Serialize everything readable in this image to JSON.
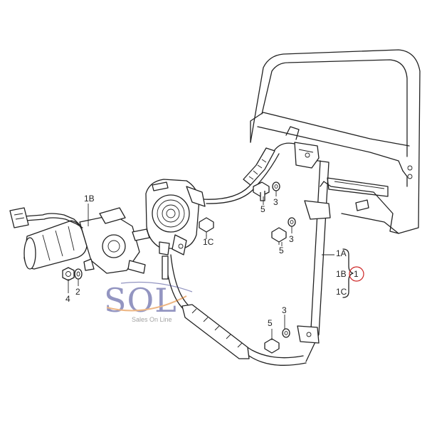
{
  "callouts": {
    "label_1B": "1B",
    "label_1C": "1C",
    "label_1A_group": "1A",
    "label_1B_group": "1B",
    "label_1C_group": "1C",
    "label_1": "1",
    "label_2": "2",
    "label_3_top": "3",
    "label_3_mid": "3",
    "label_3_bottom": "3",
    "label_4": "4",
    "label_5_top": "5",
    "label_5_mid": "5",
    "label_5_bottom": "5"
  },
  "watermark": {
    "logo": "SOL",
    "tagline": "Sales On Line"
  },
  "colors": {
    "line": "#222222",
    "highlight_circle": "#cc2222",
    "watermark_blue": "#3b3f8f",
    "watermark_orange": "#e07b1f"
  }
}
